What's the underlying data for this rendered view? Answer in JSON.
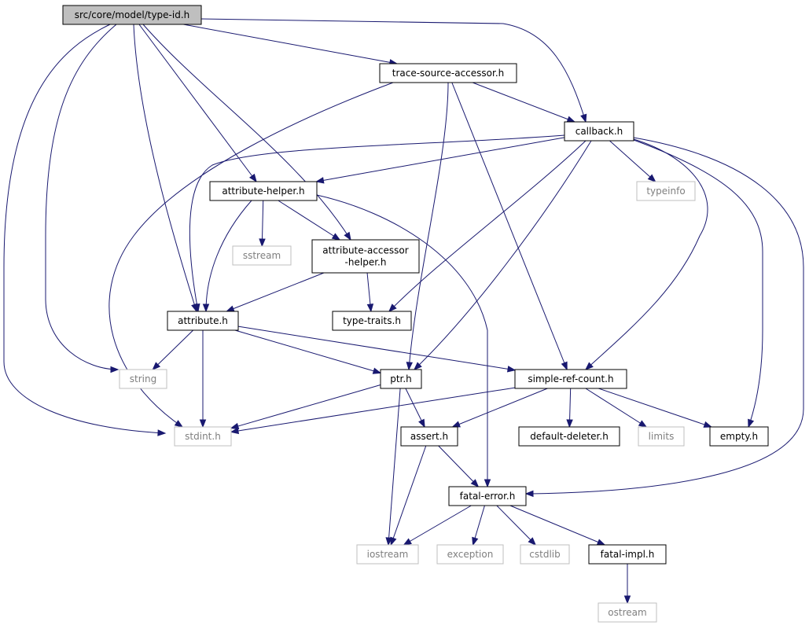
{
  "colors": {
    "edge": "#191970",
    "root_fill": "#bfbfbf",
    "node_fill": "#ffffff",
    "node_border": "#000000",
    "external_border": "#bfbfbf",
    "external_text": "#7f7f7f",
    "node_text": "#000000"
  },
  "nodes": [
    {
      "id": "type-id",
      "label": "src/core/model/type-id.h",
      "kind": "root"
    },
    {
      "id": "trace-source-accessor",
      "label": "trace-source-accessor.h",
      "kind": "internal"
    },
    {
      "id": "callback",
      "label": "callback.h",
      "kind": "internal"
    },
    {
      "id": "attribute-helper",
      "label": "attribute-helper.h",
      "kind": "internal"
    },
    {
      "id": "typeinfo",
      "label": "typeinfo",
      "kind": "external"
    },
    {
      "id": "sstream",
      "label": "sstream",
      "kind": "external"
    },
    {
      "id": "attribute-accessor-helper",
      "label": [
        "attribute-accessor",
        "-helper.h"
      ],
      "kind": "internal"
    },
    {
      "id": "attribute",
      "label": "attribute.h",
      "kind": "internal"
    },
    {
      "id": "type-traits",
      "label": "type-traits.h",
      "kind": "internal"
    },
    {
      "id": "string",
      "label": "string",
      "kind": "external"
    },
    {
      "id": "ptr",
      "label": "ptr.h",
      "kind": "internal"
    },
    {
      "id": "simple-ref-count",
      "label": "simple-ref-count.h",
      "kind": "internal"
    },
    {
      "id": "stdint",
      "label": "stdint.h",
      "kind": "external"
    },
    {
      "id": "assert",
      "label": "assert.h",
      "kind": "internal"
    },
    {
      "id": "default-deleter",
      "label": "default-deleter.h",
      "kind": "internal"
    },
    {
      "id": "limits",
      "label": "limits",
      "kind": "external"
    },
    {
      "id": "empty",
      "label": "empty.h",
      "kind": "internal"
    },
    {
      "id": "fatal-error",
      "label": "fatal-error.h",
      "kind": "internal"
    },
    {
      "id": "iostream",
      "label": "iostream",
      "kind": "external"
    },
    {
      "id": "exception",
      "label": "exception",
      "kind": "external"
    },
    {
      "id": "cstdlib",
      "label": "cstdlib",
      "kind": "external"
    },
    {
      "id": "fatal-impl",
      "label": "fatal-impl.h",
      "kind": "internal"
    },
    {
      "id": "ostream",
      "label": "ostream",
      "kind": "external"
    }
  ],
  "edges": [
    [
      "type-id",
      "trace-source-accessor"
    ],
    [
      "type-id",
      "callback"
    ],
    [
      "type-id",
      "attribute-helper"
    ],
    [
      "type-id",
      "attribute-accessor-helper"
    ],
    [
      "type-id",
      "attribute"
    ],
    [
      "type-id",
      "string"
    ],
    [
      "type-id",
      "stdint"
    ],
    [
      "trace-source-accessor",
      "callback"
    ],
    [
      "trace-source-accessor",
      "ptr"
    ],
    [
      "trace-source-accessor",
      "simple-ref-count"
    ],
    [
      "trace-source-accessor",
      "stdint"
    ],
    [
      "callback",
      "attribute-helper"
    ],
    [
      "callback",
      "typeinfo"
    ],
    [
      "callback",
      "attribute"
    ],
    [
      "callback",
      "type-traits"
    ],
    [
      "callback",
      "ptr"
    ],
    [
      "callback",
      "simple-ref-count"
    ],
    [
      "callback",
      "empty"
    ],
    [
      "callback",
      "fatal-error"
    ],
    [
      "attribute-helper",
      "sstream"
    ],
    [
      "attribute-helper",
      "attribute-accessor-helper"
    ],
    [
      "attribute-helper",
      "attribute"
    ],
    [
      "attribute-helper",
      "fatal-error"
    ],
    [
      "attribute-accessor-helper",
      "attribute"
    ],
    [
      "attribute-accessor-helper",
      "type-traits"
    ],
    [
      "attribute",
      "string"
    ],
    [
      "attribute",
      "stdint"
    ],
    [
      "attribute",
      "ptr"
    ],
    [
      "attribute",
      "simple-ref-count"
    ],
    [
      "ptr",
      "stdint"
    ],
    [
      "ptr",
      "assert"
    ],
    [
      "ptr",
      "iostream"
    ],
    [
      "simple-ref-count",
      "stdint"
    ],
    [
      "simple-ref-count",
      "assert"
    ],
    [
      "simple-ref-count",
      "default-deleter"
    ],
    [
      "simple-ref-count",
      "limits"
    ],
    [
      "simple-ref-count",
      "empty"
    ],
    [
      "assert",
      "fatal-error"
    ],
    [
      "assert",
      "iostream"
    ],
    [
      "fatal-error",
      "iostream"
    ],
    [
      "fatal-error",
      "exception"
    ],
    [
      "fatal-error",
      "cstdlib"
    ],
    [
      "fatal-error",
      "fatal-impl"
    ],
    [
      "fatal-impl",
      "ostream"
    ]
  ]
}
